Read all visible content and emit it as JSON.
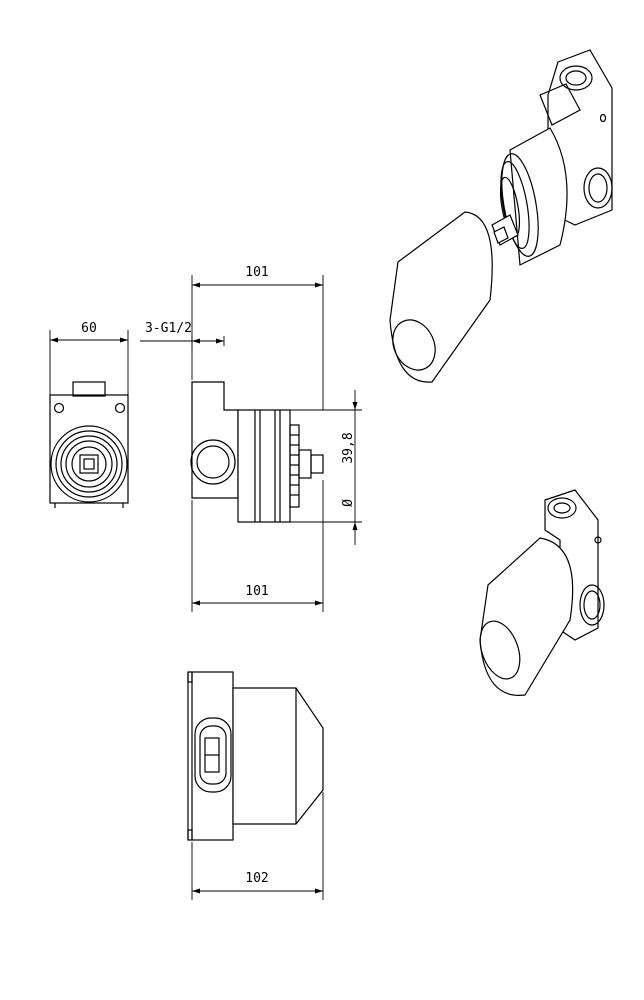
{
  "drawing": {
    "front_view": {
      "width_label": "60"
    },
    "side_view": {
      "top_length_label": "101",
      "thread_label": "3-G1/2",
      "diameter_label": "39,8",
      "diameter_symbol": "Ø",
      "bottom_length_label": "101"
    },
    "bottom_view": {
      "length_label": "102"
    }
  }
}
